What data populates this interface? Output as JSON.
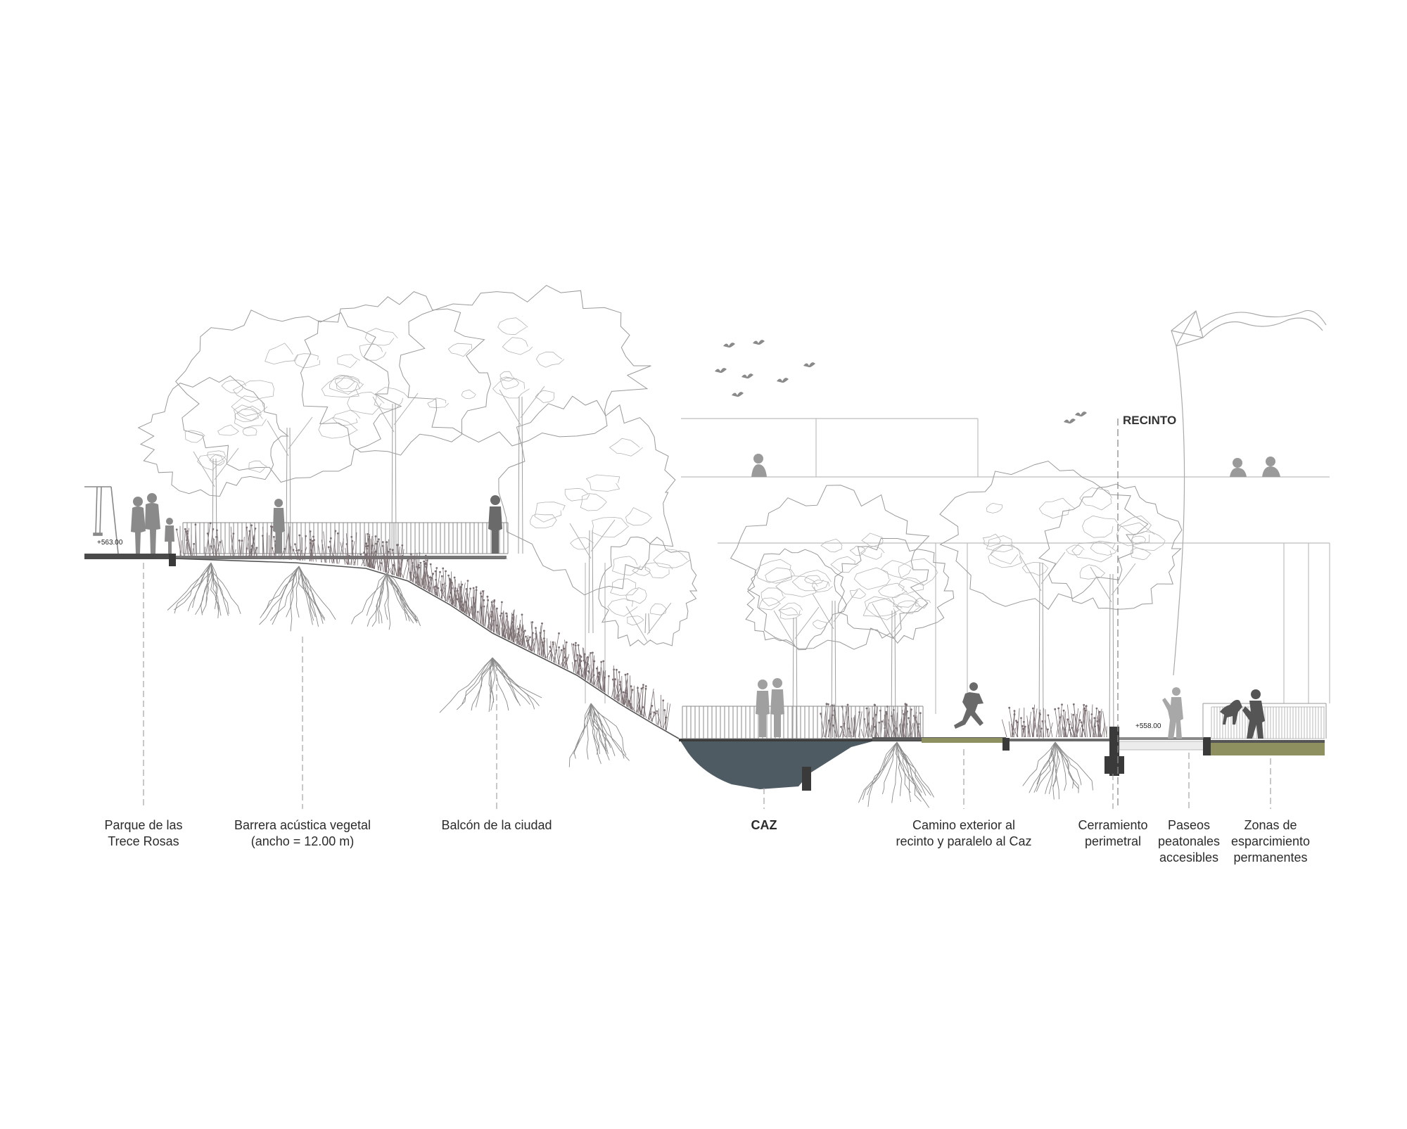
{
  "section": {
    "recinto_label": "RECINTO",
    "levels": {
      "left": "+563.00",
      "right": "+558.00"
    },
    "labels": [
      {
        "id": "parque",
        "text": "Parque de las\nTrece Rosas",
        "bold": false
      },
      {
        "id": "barrera",
        "text": "Barrera acústica vegetal\n(ancho = 12.00 m)",
        "bold": false
      },
      {
        "id": "balcon",
        "text": "Balcón de la ciudad",
        "bold": false
      },
      {
        "id": "caz",
        "text": "CAZ",
        "bold": true
      },
      {
        "id": "camino",
        "text": "Camino exterior al\nrecinto y paralelo al Caz",
        "bold": false
      },
      {
        "id": "cerramiento",
        "text": "Cerramiento\nperimetral",
        "bold": false
      },
      {
        "id": "paseos",
        "text": "Paseos\npeatonales\naccesibles",
        "bold": false
      },
      {
        "id": "zonas",
        "text": "Zonas de\nesparcimiento\npermanentes",
        "bold": false
      }
    ]
  },
  "colors": {
    "line": "#9a9a9a",
    "ground": "#4a4a4a",
    "water": "#4f5b63",
    "figure": "#8a8a8a",
    "figure_dark": "#555555",
    "vegetation": "#7a6e70",
    "paving": "#8e9060"
  }
}
